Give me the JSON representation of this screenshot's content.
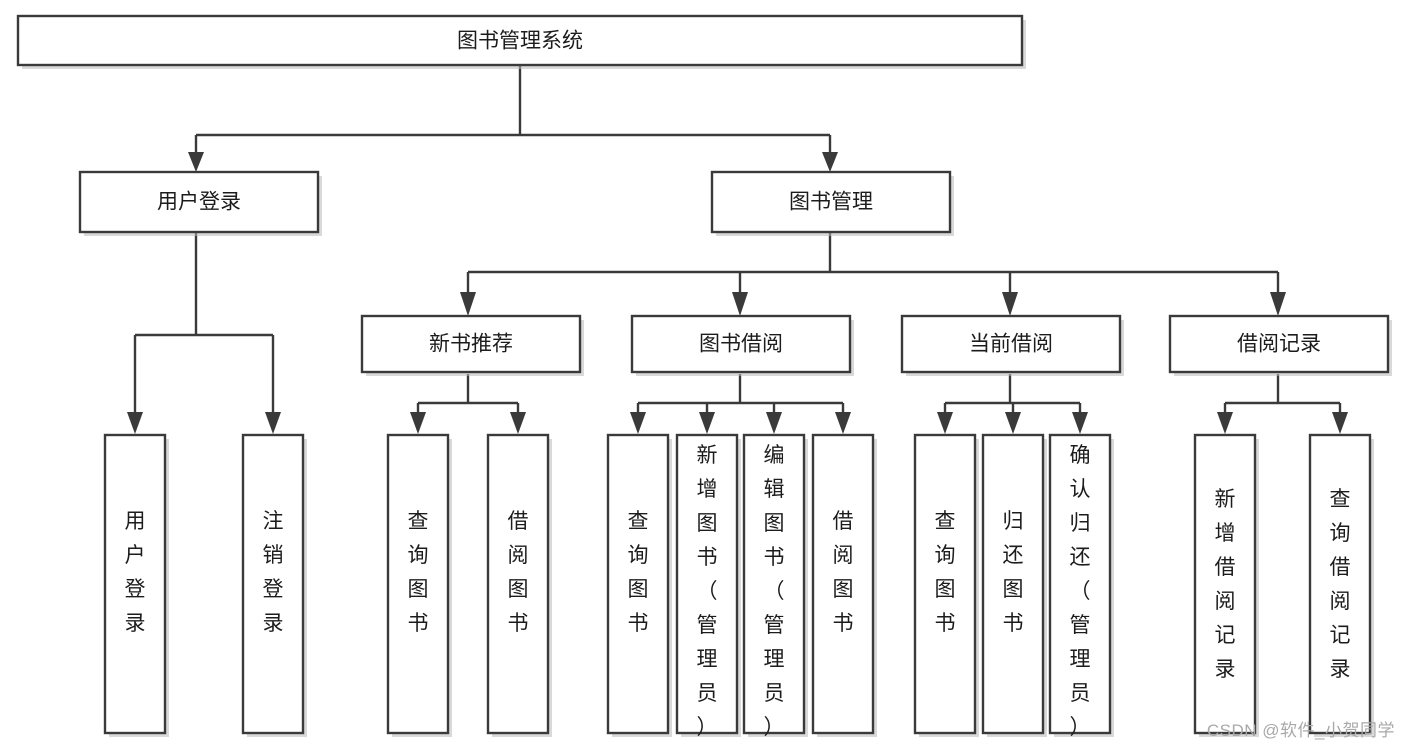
{
  "diagram": {
    "title": "图书管理系统",
    "type": "tree",
    "watermark": "CSDN @软件_小贺同学",
    "colors": {
      "node_fill": "#ffffff",
      "node_stroke": "#3a3a3a",
      "edge": "#3a3a3a",
      "text": "#1c1c1c",
      "watermark": "#a9a9a9"
    },
    "nodes": {
      "root": {
        "label": "图书管理系统",
        "level": 1,
        "orientation": "horizontal"
      },
      "l2": [
        {
          "id": "user-login",
          "label": "用户登录",
          "level": 2,
          "orientation": "horizontal"
        },
        {
          "id": "book-manage",
          "label": "图书管理",
          "level": 2,
          "orientation": "horizontal"
        }
      ],
      "l3": [
        {
          "id": "new-book-rec",
          "label": "新书推荐",
          "level": 3,
          "orientation": "horizontal",
          "parent": "book-manage"
        },
        {
          "id": "book-borrow",
          "label": "图书借阅",
          "level": 3,
          "orientation": "horizontal",
          "parent": "book-manage"
        },
        {
          "id": "current-borrow",
          "label": "当前借阅",
          "level": 3,
          "orientation": "horizontal",
          "parent": "book-manage"
        },
        {
          "id": "borrow-record",
          "label": "借阅记录",
          "level": 3,
          "orientation": "horizontal",
          "parent": "book-manage"
        }
      ],
      "leaves": [
        {
          "id": "leaf-user-login",
          "label": "用户登录",
          "parent": "user-login",
          "orientation": "vertical"
        },
        {
          "id": "leaf-logout",
          "label": "注销登录",
          "parent": "user-login",
          "orientation": "vertical"
        },
        {
          "id": "leaf-query-book-1",
          "label": "查询图书",
          "parent": "new-book-rec",
          "orientation": "vertical"
        },
        {
          "id": "leaf-borrow-book-1",
          "label": "借阅图书",
          "parent": "new-book-rec",
          "orientation": "vertical"
        },
        {
          "id": "leaf-query-book-2",
          "label": "查询图书",
          "parent": "book-borrow",
          "orientation": "vertical"
        },
        {
          "id": "leaf-add-book",
          "label": "新增图书（管理员）",
          "parent": "book-borrow",
          "orientation": "vertical"
        },
        {
          "id": "leaf-edit-book",
          "label": "编辑图书（管理员）",
          "parent": "book-borrow",
          "orientation": "vertical"
        },
        {
          "id": "leaf-borrow-book-2",
          "label": "借阅图书",
          "parent": "book-borrow",
          "orientation": "vertical"
        },
        {
          "id": "leaf-query-book-3",
          "label": "查询图书",
          "parent": "current-borrow",
          "orientation": "vertical"
        },
        {
          "id": "leaf-return-book",
          "label": "归还图书",
          "parent": "current-borrow",
          "orientation": "vertical"
        },
        {
          "id": "leaf-confirm-return",
          "label": "确认归还（管理员）",
          "parent": "current-borrow",
          "orientation": "vertical"
        },
        {
          "id": "leaf-add-record",
          "label": "新增借阅记录",
          "parent": "borrow-record",
          "orientation": "vertical"
        },
        {
          "id": "leaf-query-record",
          "label": "查询借阅记录",
          "parent": "borrow-record",
          "orientation": "vertical"
        }
      ]
    }
  }
}
